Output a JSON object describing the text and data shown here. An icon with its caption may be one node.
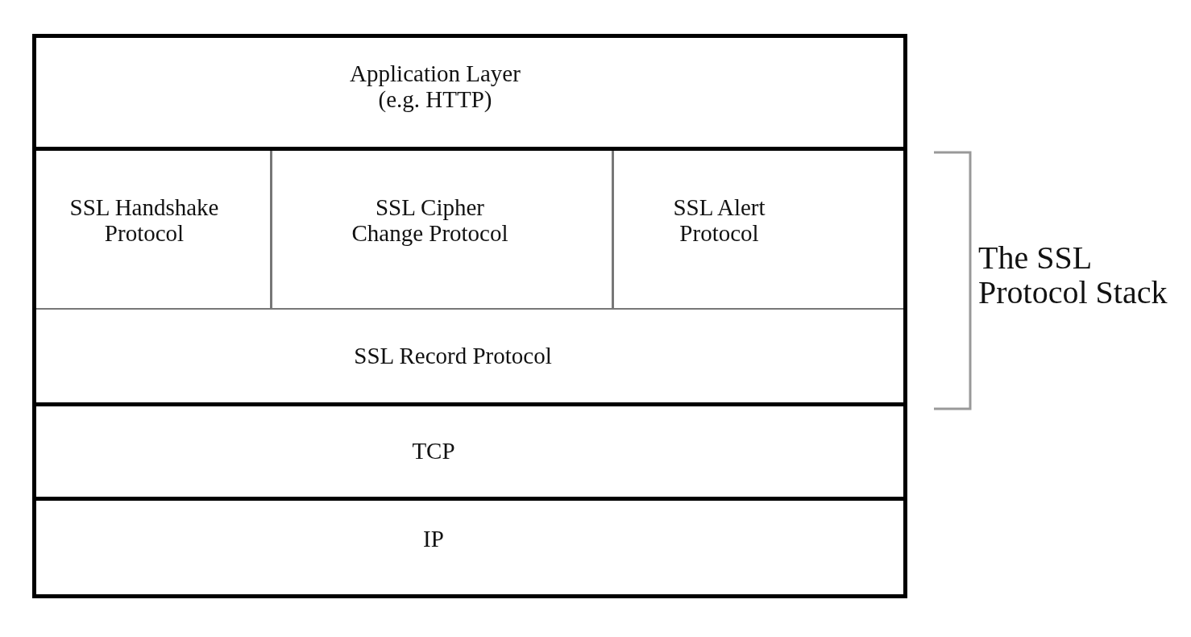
{
  "diagram": {
    "nodes": [
      {
        "text": [
          "Application Layer (e.g. HTTP)"
        ]
      },
      {
        "text": [
          "SSL Handshake Protocol"
        ]
      },
      {
        "text": [
          "SSL Cipher Change Protocol"
        ]
      },
      {
        "text": [
          "SSL Alert Protocol"
        ]
      },
      {
        "text": [
          "SSL Record Protocol"
        ]
      },
      {
        "text": [
          "TCP"
        ]
      },
      {
        "text": [
          "IP"
        ]
      }
    ],
    "labels": [
      "The SSL Protocol Stack"
    ]
  }
}
